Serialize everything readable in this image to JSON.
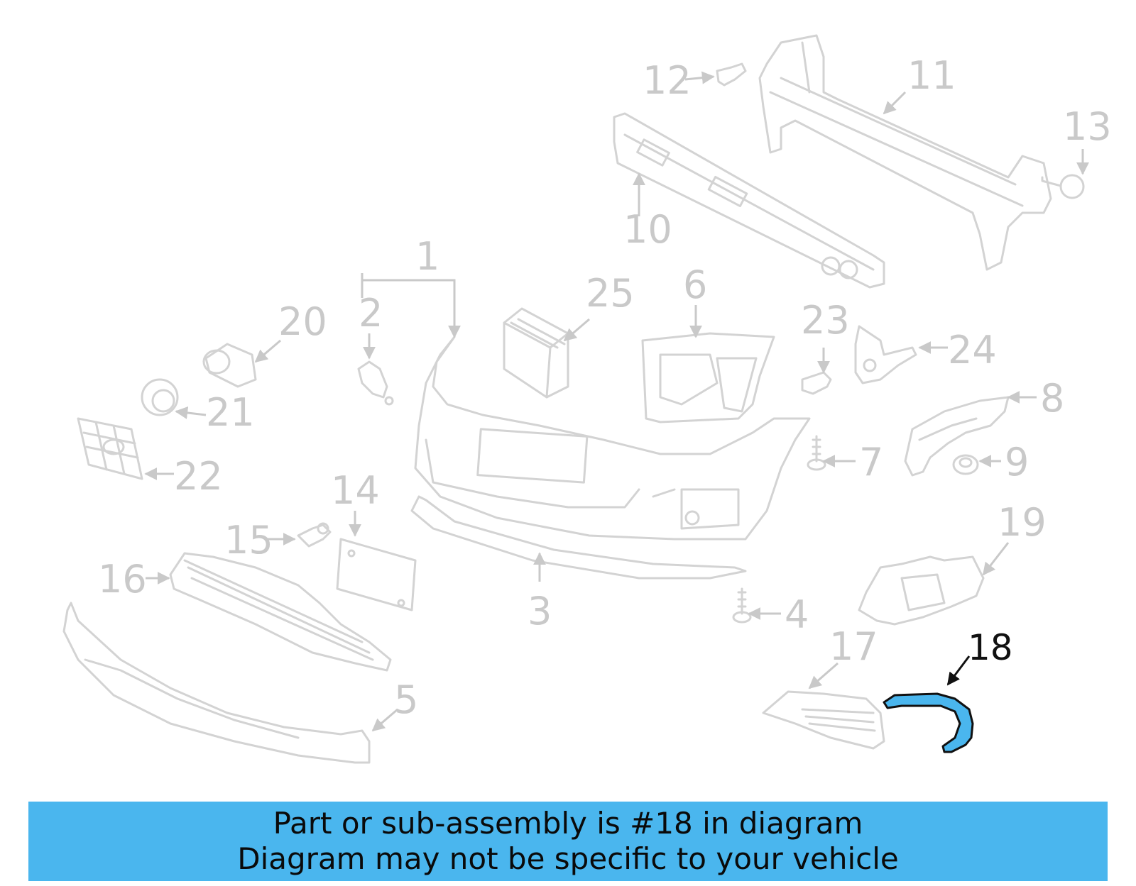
{
  "diagram": {
    "highlighted_part": "18",
    "highlight_color": "#4ab6ee",
    "labels": {
      "p1": "1",
      "p2": "2",
      "p3": "3",
      "p4": "4",
      "p5": "5",
      "p6": "6",
      "p7": "7",
      "p8": "8",
      "p9": "9",
      "p10": "10",
      "p11": "11",
      "p12": "12",
      "p13": "13",
      "p14": "14",
      "p15": "15",
      "p16": "16",
      "p17": "17",
      "p18": "18",
      "p19": "19",
      "p20": "20",
      "p21": "21",
      "p22": "22",
      "p23": "23",
      "p24": "24",
      "p25": "25"
    }
  },
  "banner": {
    "line1": "Part or sub-assembly is #18 in diagram",
    "line2": "Diagram may not be specific to your vehicle",
    "background": "#4ab6ee"
  }
}
